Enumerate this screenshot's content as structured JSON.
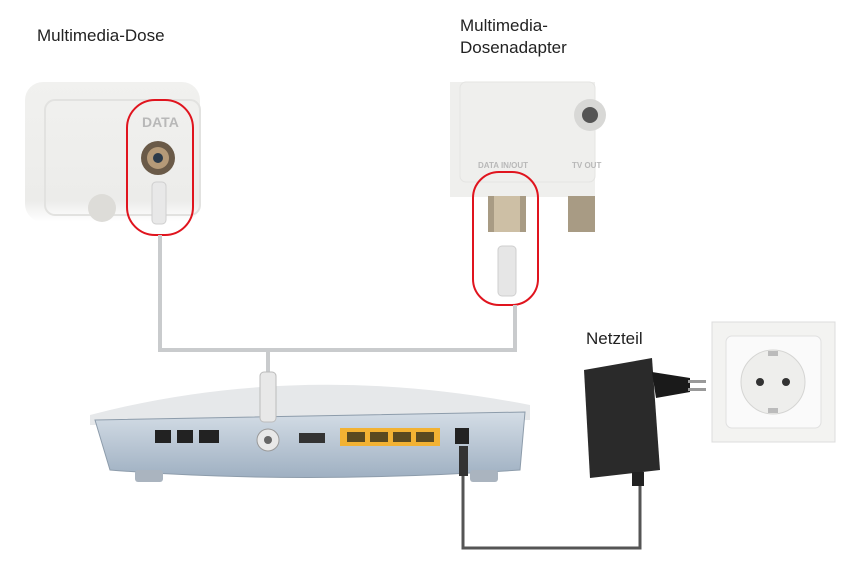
{
  "labels": {
    "wall_outlet": "Multimedia-Dose",
    "adapter_line1": "Multimedia-",
    "adapter_line2": "Dosenadapter",
    "power_supply": "Netzteil"
  },
  "photo_text": {
    "outlet_port": "DATA",
    "adapter_data_port": "DATA IN/OUT",
    "adapter_tv_port": "TV OUT"
  },
  "colors": {
    "highlight": "#e0141e",
    "cable": "#c9cbcd",
    "router": "#b9c6d4",
    "lan_ports": "#f2b233"
  }
}
